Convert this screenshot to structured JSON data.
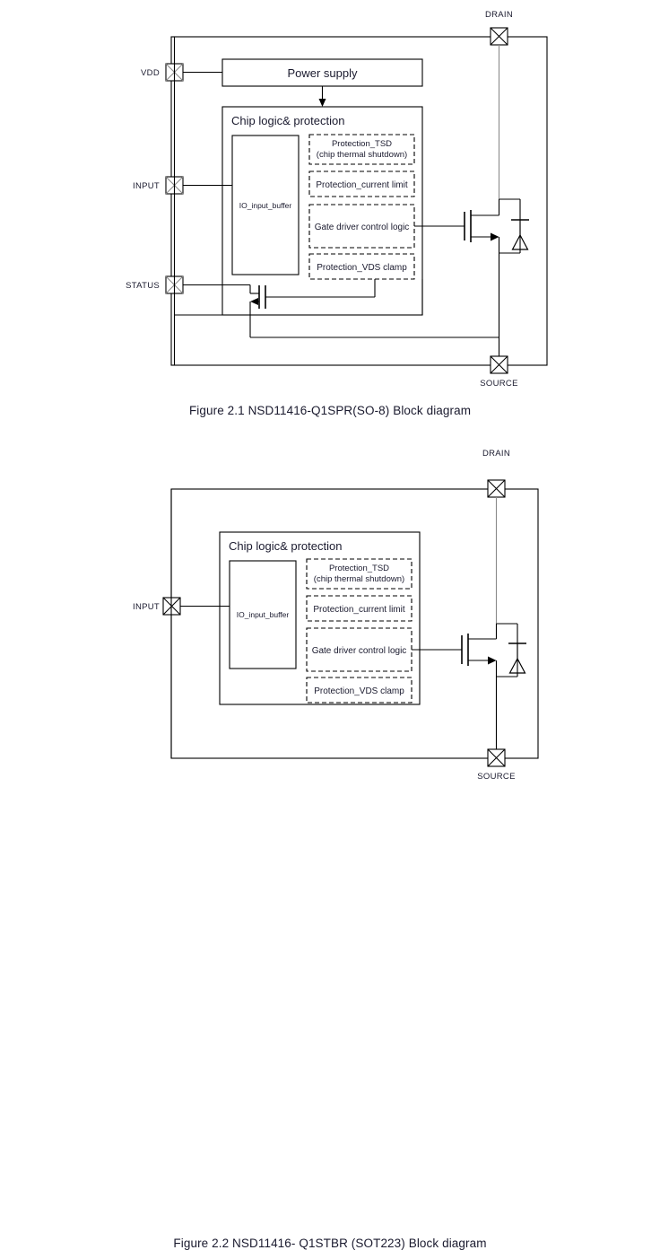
{
  "figures": [
    {
      "id": "fig1",
      "caption": "Figure 2.1 NSD11416-Q1SPR(SO-8) Block diagram",
      "pins": [
        {
          "name": "VDD",
          "label": "VDD"
        },
        {
          "name": "INPUT",
          "label": "INPUT"
        },
        {
          "name": "STATUS",
          "label": "STATUS"
        },
        {
          "name": "DRAIN",
          "label": "DRAIN"
        },
        {
          "name": "SOURCE",
          "label": "SOURCE"
        }
      ],
      "power_supply": "Power supply",
      "chip_box_title": "Chip logic& protection",
      "io_buffer": "IO_input_buffer",
      "blocks": [
        {
          "line1": "Protection_TSD",
          "line2": "(chip thermal shutdown)"
        },
        {
          "line1": "Protection_current limit",
          "line2": ""
        },
        {
          "line1": "Gate driver control logic",
          "line2": ""
        },
        {
          "line1": "Protection_VDS clamp",
          "line2": ""
        }
      ]
    },
    {
      "id": "fig2",
      "caption": "Figure 2.2 NSD11416- Q1STBR (SOT223) Block diagram",
      "pins": [
        {
          "name": "INPUT",
          "label": "INPUT"
        },
        {
          "name": "DRAIN",
          "label": "DRAIN"
        },
        {
          "name": "SOURCE",
          "label": "SOURCE"
        }
      ],
      "chip_box_title": "Chip logic& protection",
      "io_buffer": "IO_input_buffer",
      "blocks": [
        {
          "line1": "Protection_TSD",
          "line2": "(chip thermal shutdown)"
        },
        {
          "line1": "Protection_current limit",
          "line2": ""
        },
        {
          "line1": "Gate driver control logic",
          "line2": ""
        },
        {
          "line1": "Protection_VDS clamp",
          "line2": ""
        }
      ]
    }
  ],
  "colors": {
    "line": "#000000",
    "line_gray": "#8a8a8a",
    "text": "#1a1a2e",
    "background": "#ffffff"
  }
}
